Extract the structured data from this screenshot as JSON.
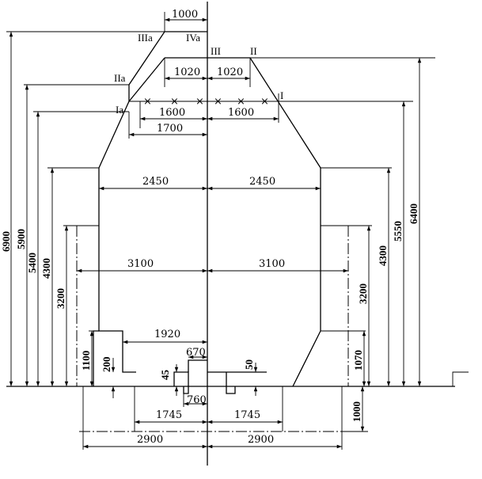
{
  "point_labels": {
    "IIIa": "IIIa",
    "IVa": "IVa",
    "III": "III",
    "II": "II",
    "IIa": "IIa",
    "Ia": "Ia",
    "I": "I"
  },
  "horizontal_dims": {
    "top_1000": "1000",
    "left_1020": "1020",
    "right_1020": "1020",
    "left_1600": "1600",
    "right_1600": "1600",
    "left_1700": "1700",
    "left_2450": "2450",
    "right_2450": "2450",
    "left_3100": "3100",
    "right_3100": "3100",
    "left_1920": "1920",
    "left_670": "670",
    "left_760": "760",
    "left_1745": "1745",
    "right_1745": "1745",
    "left_2900": "2900",
    "right_2900": "2900"
  },
  "vertical_dims": {
    "h_6900": "6900",
    "h_5900": "5900",
    "h_5400": "5400",
    "h_4300_left": "4300",
    "h_3200_left": "3200",
    "h_1100": "1100",
    "h_200": "200",
    "h_45": "45",
    "h_50": "50",
    "h_6400": "6400",
    "h_5550": "5550",
    "h_4300_right": "4300",
    "h_3200_right": "3200",
    "h_1070": "1070",
    "h_1000": "1000"
  }
}
